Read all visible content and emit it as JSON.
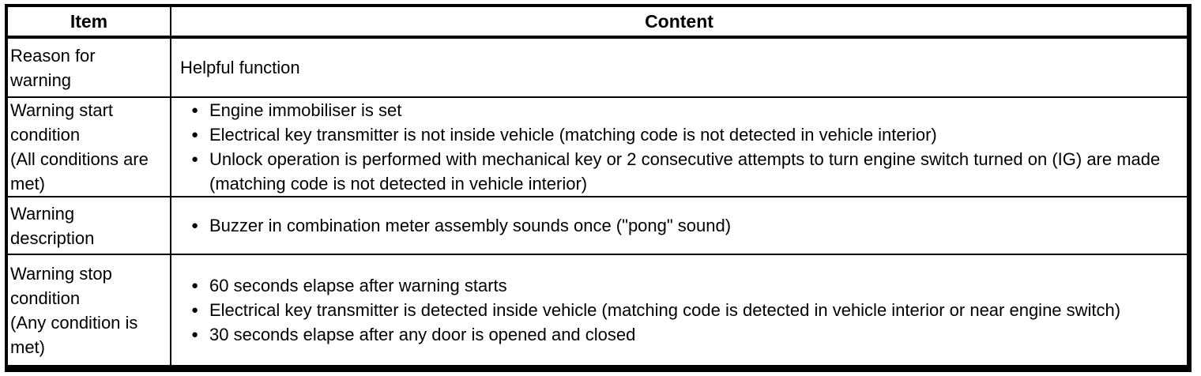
{
  "glyphs": {
    "bullet": "●"
  },
  "colors": {
    "border": "#000000",
    "text": "#000000",
    "background": "#ffffff"
  },
  "header": {
    "item": "Item",
    "content": "Content"
  },
  "rows": [
    {
      "item_lines": [
        "Reason for",
        "warning"
      ],
      "content_text": "Helpful function",
      "bullets": []
    },
    {
      "item_lines": [
        "Warning start",
        "condition",
        "(All conditions are",
        "met)"
      ],
      "bullets": [
        "Engine immobiliser is set",
        "Electrical key transmitter is not inside vehicle (matching code is not detected in vehicle interior)",
        "Unlock operation is performed with mechanical key or 2 consecutive attempts to turn engine switch turned on (IG) are made (matching code is not detected in vehicle interior)"
      ]
    },
    {
      "item_lines": [
        "Warning",
        "description"
      ],
      "bullets": [
        "Buzzer in combination meter assembly sounds once (\"pong\" sound)"
      ]
    },
    {
      "item_lines": [
        "Warning stop",
        "condition",
        "(Any condition is",
        "met)"
      ],
      "bullets": [
        "60 seconds elapse after warning starts",
        "Electrical key transmitter is detected inside vehicle (matching code is detected in vehicle interior or near engine switch)",
        "30 seconds elapse after any door is opened and closed"
      ]
    }
  ]
}
